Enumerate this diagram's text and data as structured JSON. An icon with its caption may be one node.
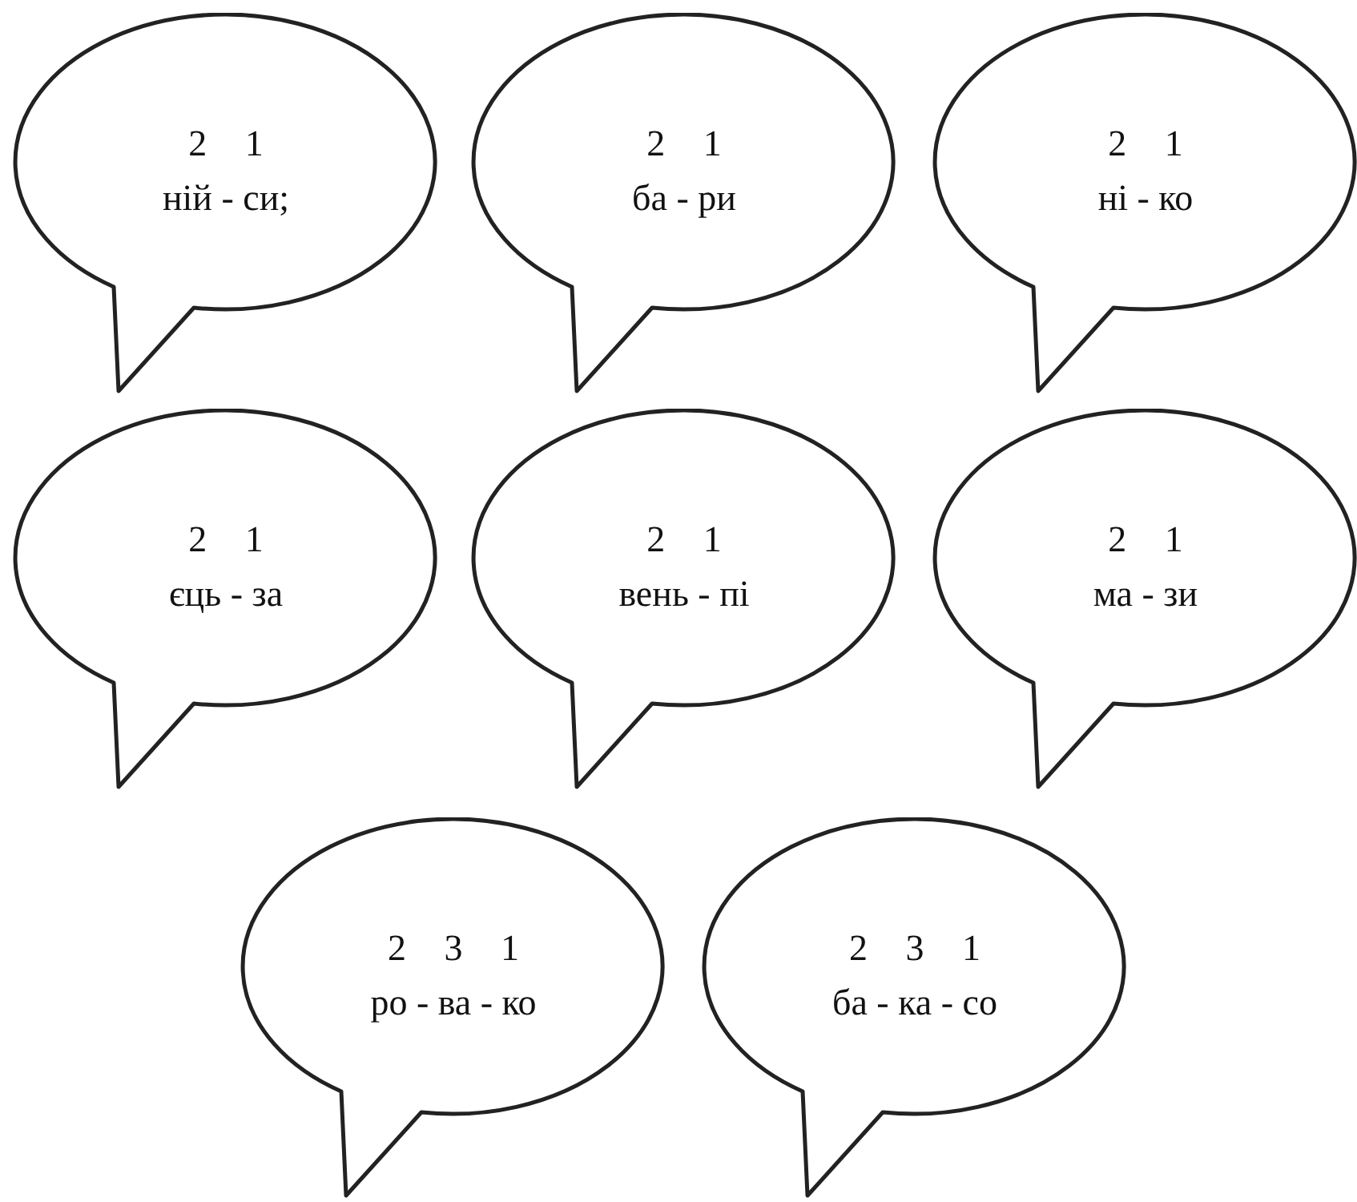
{
  "diagram": {
    "nodes": [
      {
        "text": [
          "2 1",
          "ній - си;"
        ]
      },
      {
        "text": [
          "2 1",
          "ба - ри"
        ]
      },
      {
        "text": [
          "2 1",
          "ні - ко"
        ]
      },
      {
        "text": [
          "2 1",
          "єць - за"
        ]
      },
      {
        "text": [
          "2 1",
          "вень - пі"
        ]
      },
      {
        "text": [
          "2 1",
          "ма - зи"
        ]
      },
      {
        "text": [
          "2 3 1",
          "ро - ва - ко"
        ]
      },
      {
        "text": [
          "2 3 1",
          "ба - ка - со"
        ]
      }
    ]
  }
}
